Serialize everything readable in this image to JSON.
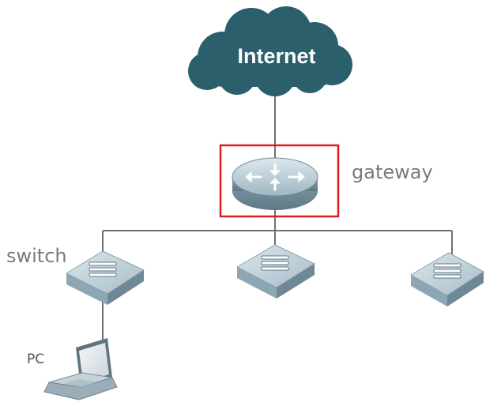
{
  "nodes": {
    "internet": {
      "label": "Internet"
    },
    "gateway": {
      "label": "gateway"
    },
    "switch": {
      "label": "switch"
    },
    "pc": {
      "label": "PC"
    }
  },
  "colors": {
    "cloud": "#2b5f6b",
    "highlight": "#e11b22",
    "line": "#707070",
    "device_top": "#b9ced8",
    "device_side": "#7e97a4"
  }
}
